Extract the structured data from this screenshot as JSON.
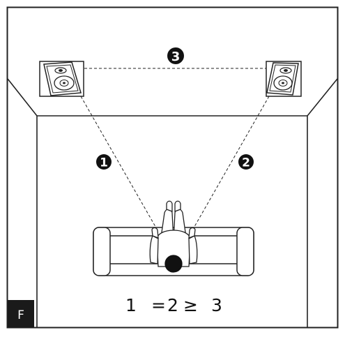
{
  "panel": {
    "label": "F"
  },
  "markers": [
    {
      "id": "1",
      "label": "1"
    },
    {
      "id": "2",
      "label": "2"
    },
    {
      "id": "3",
      "label": "3"
    }
  ],
  "relation": {
    "left": "1",
    "eq": "=",
    "mid": "2",
    "geq": "≥",
    "right": "3"
  },
  "colors": {
    "line": "#222222",
    "marker_fill": "#111111",
    "marker_text": "#ffffff",
    "panel_bg": "#1a1a1a",
    "panel_text": "#ffffff"
  }
}
